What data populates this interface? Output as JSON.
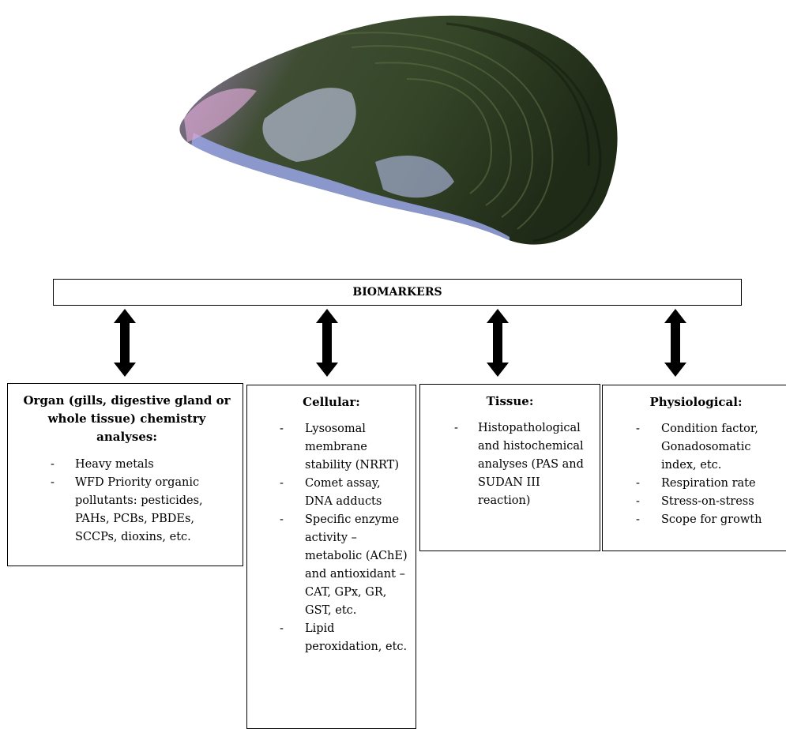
{
  "header": {
    "title": "BIOMARKERS"
  },
  "illustration": {
    "subject": "mussel-shell",
    "colors": {
      "green": "#3a4a2a",
      "dark": "#1f2a18",
      "blue": "#8090d8",
      "pink": "#c89cc8"
    }
  },
  "boxes": [
    {
      "title": "Organ (gills, digestive gland or whole tissue) chemistry analyses:",
      "items": [
        "Heavy metals",
        "WFD Priority organic pollutants: pesticides, PAHs, PCBs, PBDEs, SCCPs, dioxins, etc."
      ]
    },
    {
      "title": "Cellular:",
      "items": [
        "Lysosomal membrane stability (NRRT)",
        "Comet assay, DNA adducts",
        "Specific enzyme activity – metabolic (AChE) and antioxidant – CAT, GPx, GR, GST, etc.",
        "Lipid peroxidation, etc."
      ]
    },
    {
      "title": "Tissue:",
      "items": [
        "Histopathological and histochemical analyses (PAS and SUDAN III reaction)"
      ]
    },
    {
      "title": "Physiological:",
      "items": [
        "Condition factor, Gonadosomatic index, etc.",
        "Respiration rate",
        "Stress-on-stress",
        "Scope for growth"
      ]
    }
  ],
  "bullet": "-"
}
